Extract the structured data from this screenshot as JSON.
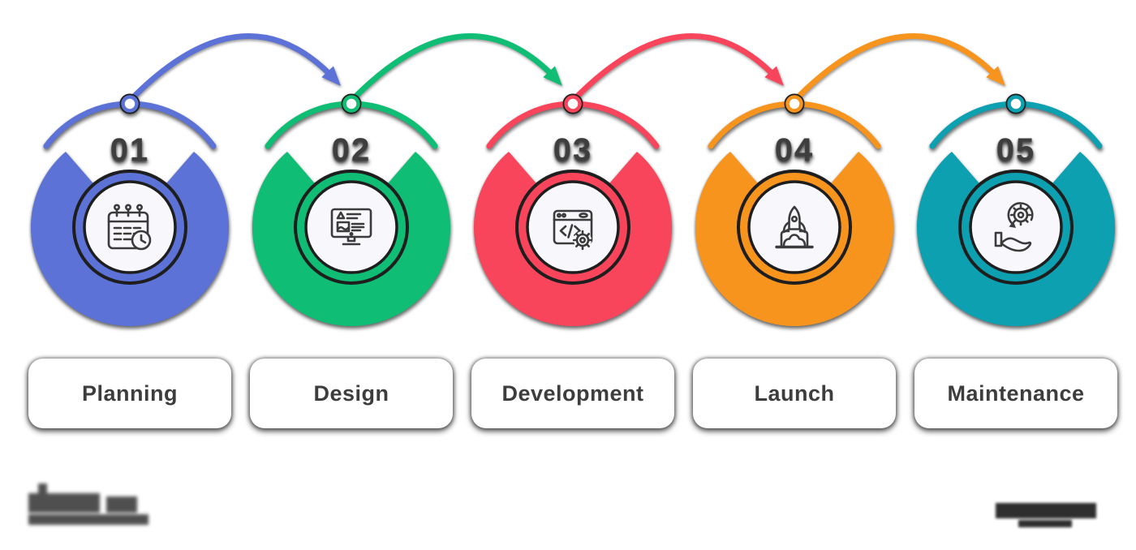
{
  "steps": [
    {
      "number": "01",
      "label": "Planning",
      "color": "#5C72D6",
      "icon": "calendar-clock-icon"
    },
    {
      "number": "02",
      "label": "Design",
      "color": "#10BD75",
      "icon": "design-monitor-icon"
    },
    {
      "number": "03",
      "label": "Development",
      "color": "#F9455C",
      "icon": "code-window-gear-icon"
    },
    {
      "number": "04",
      "label": "Launch",
      "color": "#F7941E",
      "icon": "rocket-launch-icon"
    },
    {
      "number": "05",
      "label": "Maintenance",
      "color": "#0CA0B1",
      "icon": "gear-in-hand-icon"
    }
  ],
  "connectors": [
    {
      "from": "01",
      "to": "02",
      "color": "#5C72D6"
    },
    {
      "from": "02",
      "to": "03",
      "color": "#10BD75"
    },
    {
      "from": "03",
      "to": "04",
      "color": "#F9455C"
    },
    {
      "from": "04",
      "to": "05",
      "color": "#F7941E"
    }
  ],
  "style": {
    "number_color": "#3E3E3E",
    "label_text_color": "#3D3D3D",
    "icon_stroke_color": "#3B3B3B",
    "outline_color": "#1E1E1E",
    "inner_circle_fill": "#F8F8FC",
    "background": "#FFFFFF"
  }
}
